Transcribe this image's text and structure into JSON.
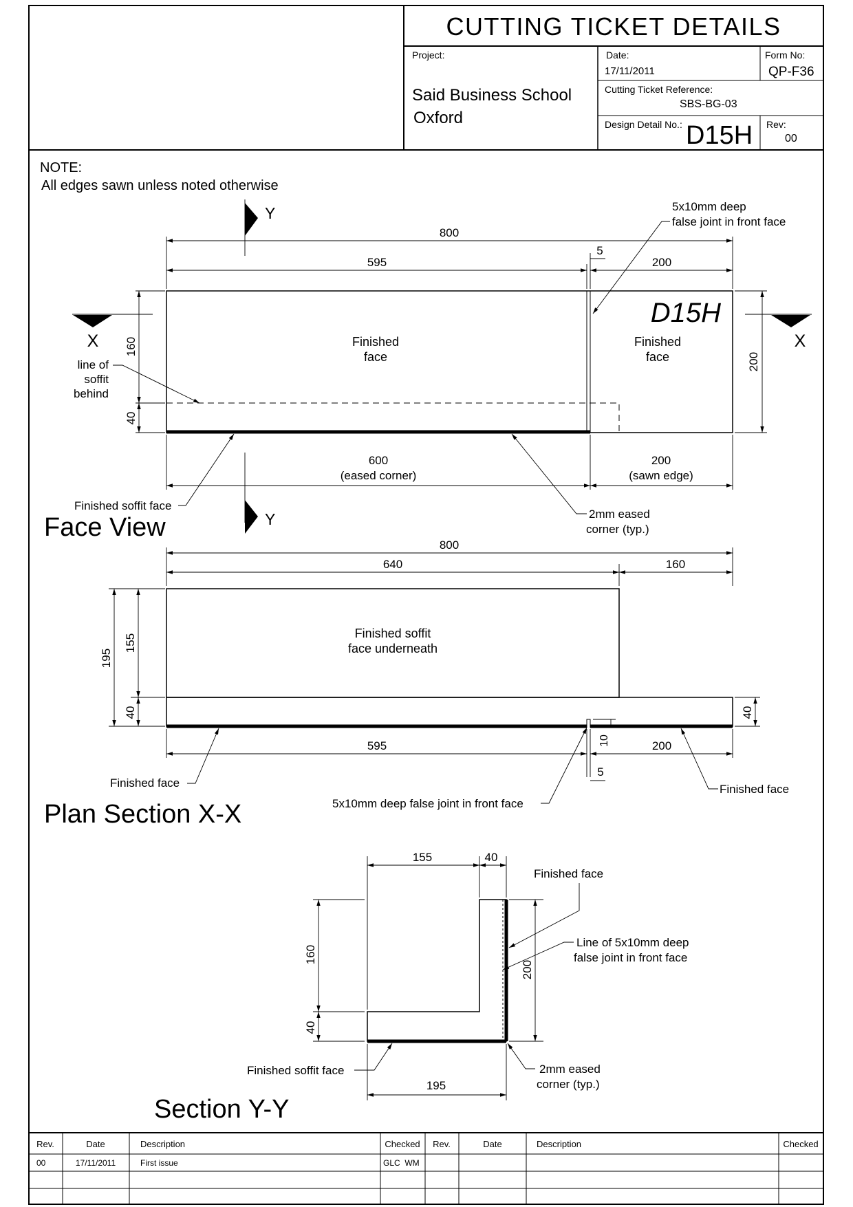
{
  "title_block": {
    "title": "CUTTING TICKET DETAILS",
    "project_label": "Project:",
    "project_line1": "Said Business School",
    "project_line2": "Oxford",
    "date_label": "Date:",
    "date_value": "17/11/2011",
    "form_label": "Form No:",
    "form_value": "QP-F36",
    "ref_label": "Cutting Ticket Reference:",
    "ref_value": "SBS-BG-03",
    "detail_label": "Design Detail No.:",
    "detail_value": "D15H",
    "rev_label": "Rev:",
    "rev_value": "00"
  },
  "note": {
    "heading": "NOTE:",
    "text": "All edges sawn unless noted otherwise"
  },
  "face_view": {
    "title": "Face View",
    "mark": "D15H",
    "section_y_top": "Y",
    "section_y_bottom": "Y",
    "section_x_left": "X",
    "section_x_right": "X",
    "dim_overall": "800",
    "dim_left": "595",
    "dim_joint": "5",
    "dim_right": "200",
    "dim_height": "200",
    "dim_upper": "160",
    "dim_lower": "40",
    "dim_bottom_left": "600",
    "dim_bottom_left_note": "(eased corner)",
    "dim_bottom_right": "200",
    "dim_bottom_right_note": "(sawn edge)",
    "label_left_face_1": "Finished",
    "label_left_face_2": "face",
    "label_right_face_1": "Finished",
    "label_right_face_2": "face",
    "label_soffit_1": "line of",
    "label_soffit_2": "soffit",
    "label_soffit_3": "behind",
    "label_joint_1": "5x10mm deep",
    "label_joint_2": "false joint in front face",
    "label_soffit_face": "Finished soffit face",
    "label_eased_1": "2mm eased",
    "label_eased_2": "corner (typ.)"
  },
  "plan_section": {
    "title": "Plan Section X-X",
    "dim_overall": "800",
    "dim_left": "640",
    "dim_right": "160",
    "dim_total_depth": "195",
    "dim_upper": "155",
    "dim_lower": "40",
    "dim_right_thk": "40",
    "dim_bottom_left": "595",
    "dim_bottom_right": "200",
    "dim_joint_depth": "10",
    "dim_joint_width": "5",
    "label_soffit_1": "Finished soffit",
    "label_soffit_2": "face underneath",
    "label_finished_left": "Finished face",
    "label_finished_right": "Finished face",
    "label_joint": "5x10mm deep false joint in front face"
  },
  "section_yy": {
    "title": "Section Y-Y",
    "dim_top_left": "155",
    "dim_top_right": "40",
    "dim_upper": "160",
    "dim_lower": "40",
    "dim_height": "200",
    "dim_bottom": "195",
    "label_finished_face": "Finished face",
    "label_joint_1": "Line of 5x10mm deep",
    "label_joint_2": "false joint in front face",
    "label_soffit": "Finished soffit face",
    "label_eased_1": "2mm eased",
    "label_eased_2": "corner (typ.)"
  },
  "revision_table": {
    "headers": [
      "Rev.",
      "Date",
      "Description",
      "Checked",
      "Rev.",
      "Date",
      "Description",
      "Checked"
    ],
    "rows": [
      [
        "00",
        "17/11/2011",
        "First issue",
        "GLC  WM",
        "",
        "",
        "",
        ""
      ]
    ]
  }
}
